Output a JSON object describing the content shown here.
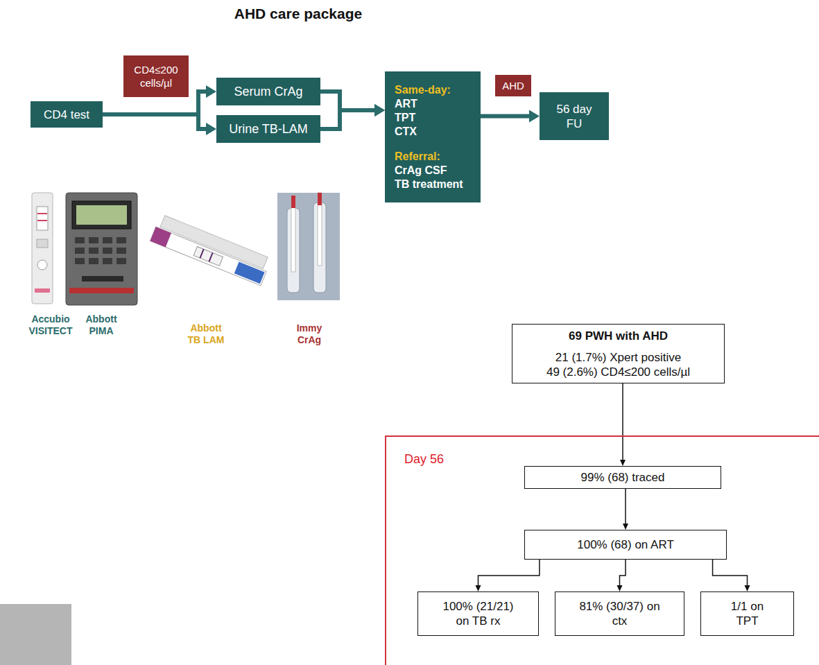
{
  "diagram": {
    "title": "AHD care package",
    "nodes": [
      {
        "text": [
          "CD4 test"
        ]
      },
      {
        "text": [
          "CD4≤200 cells/µl"
        ]
      },
      {
        "text": [
          "Serum CrAg"
        ]
      },
      {
        "text": [
          "Urine TB-LAM"
        ]
      },
      {
        "text": [
          "Same-day:",
          "ART",
          "TPT",
          "CTX",
          "Referral:",
          "CrAg CSF",
          "TB treatment"
        ]
      },
      {
        "text": [
          "AHD"
        ]
      },
      {
        "text": [
          "56 day FU"
        ]
      },
      {
        "text": [
          "69 PWH with AHD",
          "21 (1.7%) Xpert positive",
          "49 (2.6%) CD4≤200 cells/µl"
        ]
      },
      {
        "text": [
          "Day 56"
        ]
      },
      {
        "text": [
          "99% (68) traced"
        ],
        "in": 8
      },
      {
        "text": [
          "100% (68) on ART"
        ],
        "in": 8
      },
      {
        "text": [
          "100% (21/21) on TB rx"
        ],
        "in": 8
      },
      {
        "text": [
          "81% (30/37) on ctx"
        ],
        "in": 8
      },
      {
        "text": [
          "1/1 on TPT"
        ],
        "in": 8
      }
    ],
    "edges": [
      {
        "from": 0,
        "to": 2,
        "arrow": "to"
      },
      {
        "from": 0,
        "to": 3,
        "arrow": "to"
      },
      {
        "from": 2,
        "to": 4,
        "arrow": "to"
      },
      {
        "from": 3,
        "to": 4,
        "arrow": "to"
      },
      {
        "from": 4,
        "to": 6,
        "arrow": "to"
      },
      {
        "from": 7,
        "to": 9,
        "arrow": "to"
      },
      {
        "from": 9,
        "to": 10,
        "arrow": "to"
      },
      {
        "from": 10,
        "to": 11,
        "arrow": "to"
      },
      {
        "from": 10,
        "to": 12,
        "arrow": "to"
      },
      {
        "from": 10,
        "to": 13,
        "arrow": "to"
      }
    ],
    "labels": [
      "Accubio VISITECT",
      "Abbott PIMA",
      "Abbott TB LAM",
      "Immy CrAg"
    ]
  }
}
